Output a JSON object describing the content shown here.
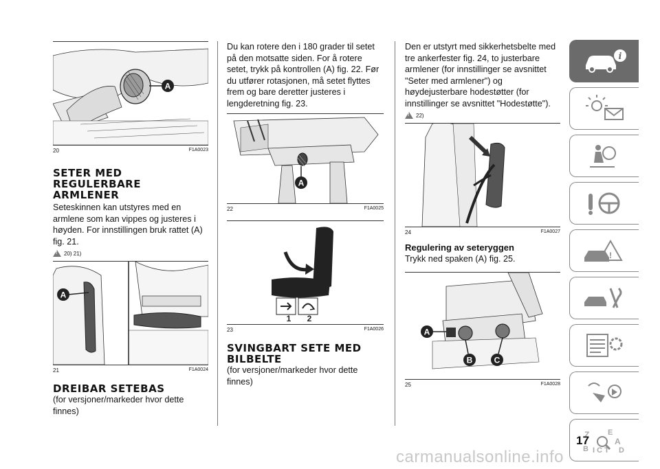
{
  "col1": {
    "fig20": {
      "num": "20",
      "code": "F1A0023",
      "label": "A"
    },
    "heading1": "SETER MED REGULERBARE ARMLENER",
    "text1": "Seteskinnen kan utstyres med en armlene som kan vippes og justeres i høyden. For innstillingen bruk rattet (A) fig. 21.",
    "warn1": "20) 21)",
    "fig21": {
      "num": "21",
      "code": "F1A0024",
      "label": "A"
    },
    "heading2": "DREIBAR SETEBAS",
    "text2": "(for versjoner/markeder hvor dette finnes)"
  },
  "col2": {
    "text1": "Du kan rotere den i 180 grader til setet på den motsatte siden. For å rotere setet, trykk på kontrollen (A) fig. 22. Før du utfører rotasjonen, må setet flyttes frem og bare deretter justeres i lengderetning fig. 23.",
    "fig22": {
      "num": "22",
      "code": "F1A0025",
      "label": "A"
    },
    "fig23": {
      "num": "23",
      "code": "F1A0026",
      "n1": "1",
      "n2": "2"
    },
    "heading": "SVINGBART SETE MED BILBELTE",
    "text2": "(for versjoner/markeder hvor dette finnes)"
  },
  "col3": {
    "text1": "Den er utstyrt med sikkerhetsbelte med tre ankerfester fig. 24, to justerbare armlener (for innstillinger se avsnittet \"Seter med armlener\") og høydejusterbare hodestøtter (for innstillinger se avsnittet \"Hodestøtte\").",
    "warn": "22)",
    "fig24": {
      "num": "24",
      "code": "F1A0027"
    },
    "heading": "Regulering av seteryggen",
    "text2": "Trykk ned spaken (A) fig. 25.",
    "fig25": {
      "num": "25",
      "code": "F1A0028",
      "a": "A",
      "b": "B",
      "c": "C"
    }
  },
  "tabs": [
    {
      "icon": "car-info-icon",
      "active": true
    },
    {
      "icon": "dashboard-lights-icon",
      "active": false
    },
    {
      "icon": "airbag-safety-icon",
      "active": false
    },
    {
      "icon": "key-steering-wheel-icon",
      "active": false
    },
    {
      "icon": "emergency-warning-icon",
      "active": false
    },
    {
      "icon": "maintenance-tools-icon",
      "active": false
    },
    {
      "icon": "technical-data-icon",
      "active": false
    },
    {
      "icon": "multimedia-icon",
      "active": false
    },
    {
      "icon": "alphabetical-index-icon",
      "active": false
    }
  ],
  "page_number": "17",
  "watermark": "carmanualsonline.info",
  "colors": {
    "tab_active": "#6b6b6b",
    "tab_border": "#888888",
    "label_fill": "#222222"
  }
}
